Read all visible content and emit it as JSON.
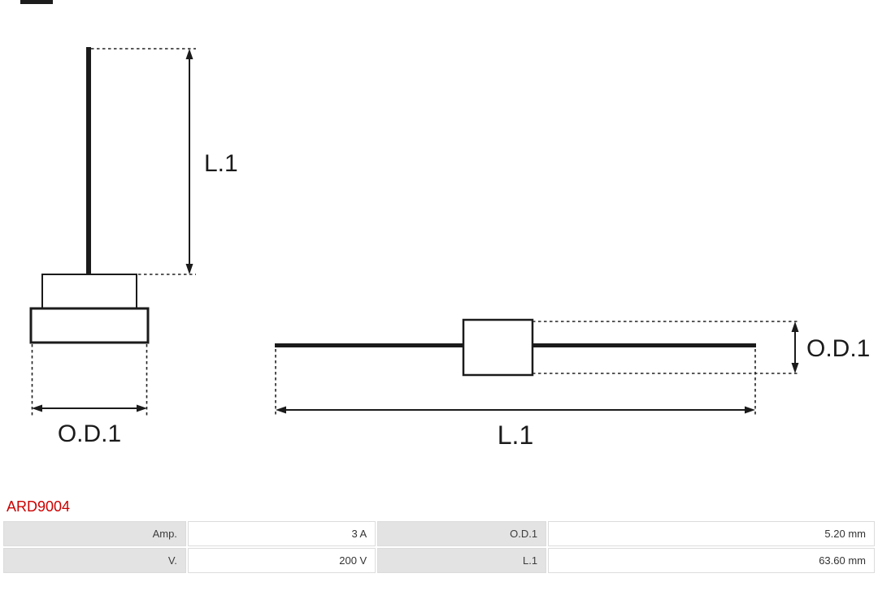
{
  "part_number": "ARD9004",
  "diagram": {
    "left_figure": {
      "length_label": "L.1",
      "diameter_label": "O.D.1"
    },
    "right_figure": {
      "diameter_label": "O.D.1",
      "length_label": "L.1"
    }
  },
  "table": {
    "rows": [
      [
        "Amp.",
        "3 A",
        "O.D.1",
        "5.20 mm"
      ],
      [
        "V.",
        "200 V",
        "L.1",
        "63.60 mm"
      ]
    ]
  },
  "colors": {
    "part_number_red": "#cc0000",
    "table_label_bg": "#e3e3e3",
    "table_border": "#dcdcdc",
    "drawing_ink": "#1b1b1b"
  }
}
